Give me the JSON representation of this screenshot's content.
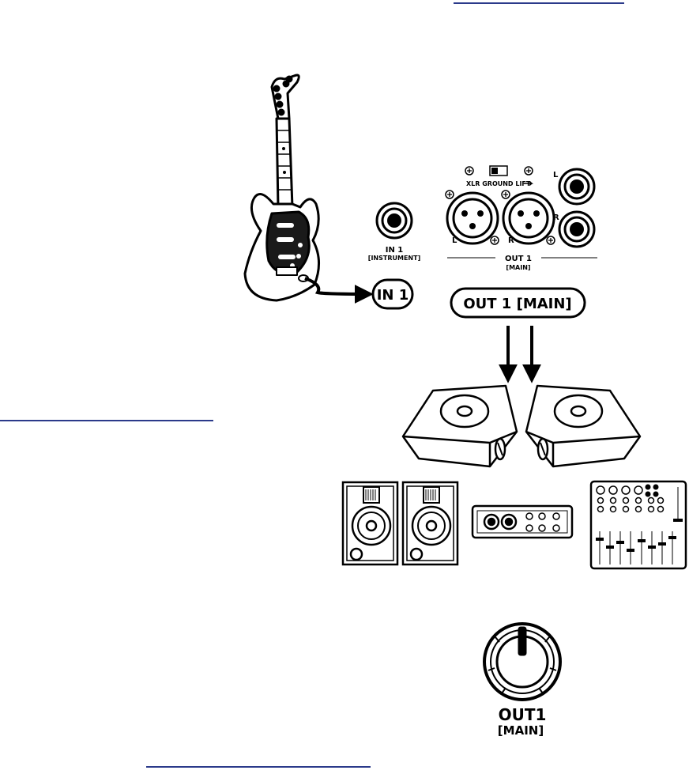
{
  "colors": {
    "ink": "#000000",
    "rule": "#2b3a8a",
    "paper": "#ffffff",
    "guard": "#1a1a1a",
    "wood": "#ffffff"
  },
  "panel": {
    "ground_lift": "XLR GROUND LIFT",
    "in1_label": "IN 1",
    "in1_sub": "[INSTRUMENT]",
    "xlr_left": "L",
    "xlr_right": "R",
    "jack_left": "L",
    "jack_right": "R",
    "out1_label": "OUT 1",
    "out1_sub": "[MAIN]"
  },
  "badges": {
    "in1": "IN 1",
    "out1_main": "OUT 1 [MAIN]"
  },
  "knob": {
    "label": "OUT1",
    "sub": "[MAIN]"
  },
  "icons": [
    "electric-guitar-icon",
    "instrument-jack-icon",
    "xlr-jack-icon",
    "trs-jack-icon",
    "floor-monitor-icon",
    "studio-monitor-icon",
    "audio-interface-icon",
    "mixer-icon",
    "volume-knob-icon",
    "arrow-icon"
  ]
}
